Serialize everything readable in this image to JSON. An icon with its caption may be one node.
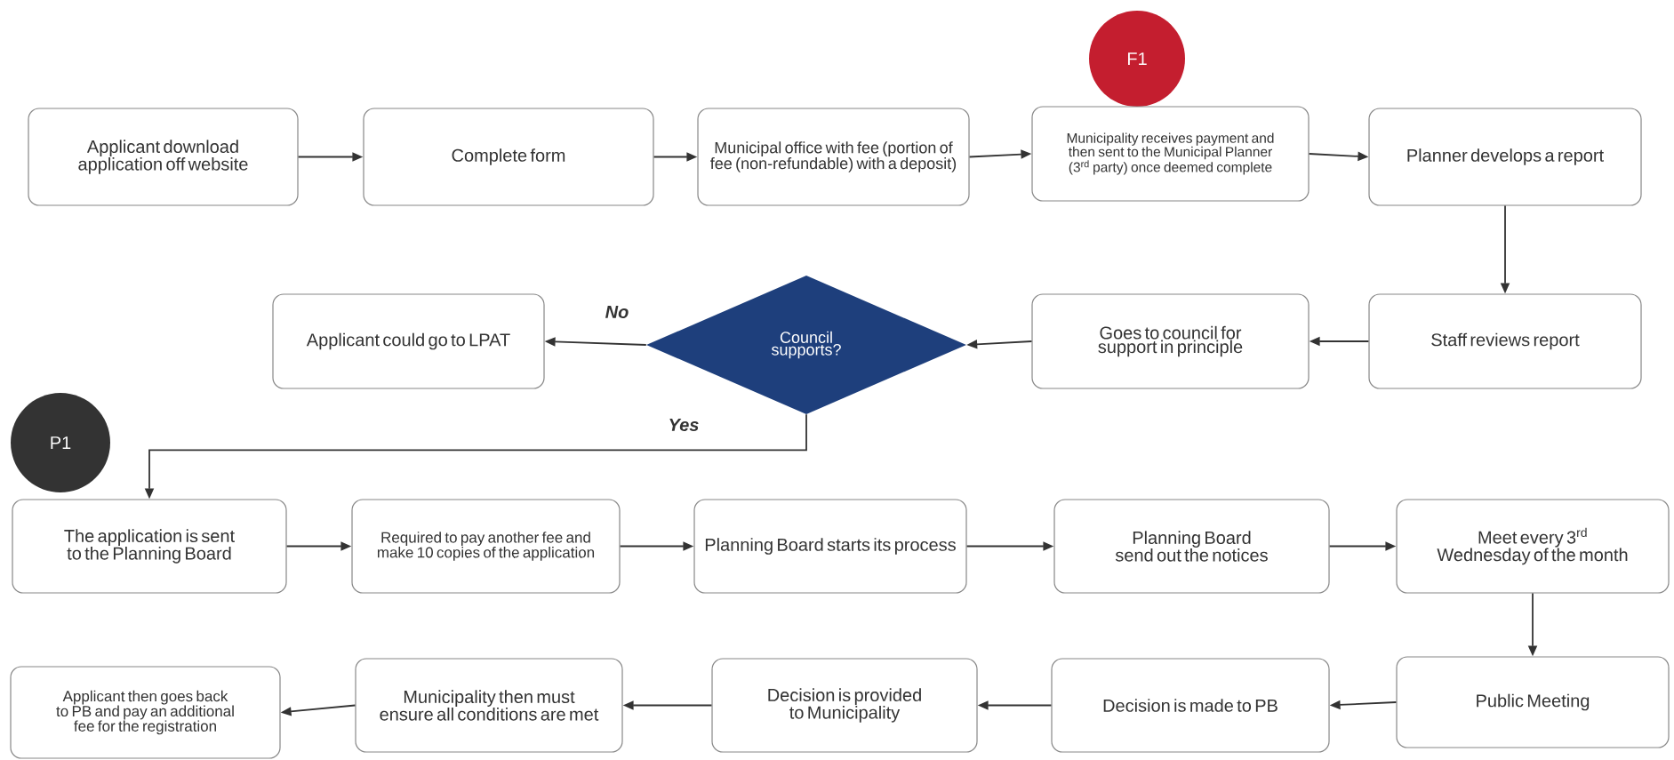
{
  "diagram": {
    "nodes": [
      {
        "text": [
          "F1"
        ]
      },
      {
        "text": [
          "Applicant download application off website"
        ]
      },
      {
        "text": [
          "Complete form"
        ]
      },
      {
        "text": [
          "Municipal office with fee (portion of fee (non-refundable) with a deposit)"
        ]
      },
      {
        "text": [
          "Municipality receives payment and then sent to the Municipal Planner (3$^{rd}$ party) once deemed complete"
        ]
      },
      {
        "text": [
          "Planner develops a report"
        ]
      },
      {
        "text": [
          "Staff reviews report"
        ]
      },
      {
        "text": [
          "Goes to council for support in principle"
        ]
      },
      {
        "text": [
          "Council supports?"
        ]
      },
      {
        "text": [
          "Applicant could go to LPAT"
        ]
      },
      {
        "text": [
          "P1"
        ]
      },
      {
        "text": [
          "The application is sent to the Planning Board"
        ]
      },
      {
        "text": [
          "Required to pay another fee and make 10 copies of the application"
        ]
      },
      {
        "text": [
          "Planning Board starts its process"
        ]
      },
      {
        "text": [
          "Planning Board send out the notices"
        ]
      },
      {
        "text": [
          "Meet every 3$^{rd}$ Wednesday of the month"
        ]
      },
      {
        "text": [
          "Public Meeting"
        ]
      },
      {
        "text": [
          "Decision is made to PB"
        ]
      },
      {
        "text": [
          "Decision is provided to Municipality"
        ]
      },
      {
        "text": [
          "Municipality then must ensure all conditions are met"
        ]
      },
      {
        "text": [
          "Applicant then goes back to PB and pay an additional fee for the registration"
        ]
      }
    ],
    "edges": [
      {
        "from": 1,
        "to": 2,
        "arrow": "to"
      },
      {
        "from": 2,
        "to": 3,
        "arrow": "to"
      },
      {
        "from": 3,
        "to": 4,
        "arrow": "to"
      },
      {
        "from": 4,
        "to": 5,
        "arrow": "to"
      },
      {
        "from": 5,
        "to": 6,
        "arrow": "to"
      },
      {
        "from": 6,
        "to": 7,
        "arrow": "to"
      },
      {
        "from": 7,
        "to": 8,
        "arrow": "to"
      },
      {
        "from": 8,
        "to": 9,
        "arrow": "to",
        "label": "No"
      },
      {
        "from": 8,
        "to": 11,
        "arrow": "to",
        "label": "Yes"
      },
      {
        "from": 11,
        "to": 12,
        "arrow": "to"
      },
      {
        "from": 12,
        "to": 13,
        "arrow": "to"
      },
      {
        "from": 13,
        "to": 14,
        "arrow": "to"
      },
      {
        "from": 14,
        "to": 15,
        "arrow": "to"
      },
      {
        "from": 15,
        "to": 16,
        "arrow": "to"
      },
      {
        "from": 16,
        "to": 17,
        "arrow": "to"
      },
      {
        "from": 17,
        "to": 18,
        "arrow": "to"
      },
      {
        "from": 18,
        "to": 19,
        "arrow": "to"
      },
      {
        "from": 19,
        "to": 20,
        "arrow": "to"
      }
    ]
  }
}
